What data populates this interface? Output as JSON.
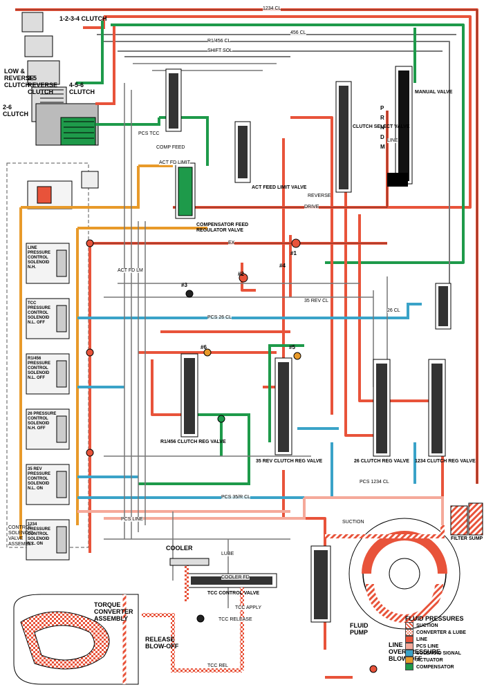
{
  "components": {
    "clutch_1234": "1-2-3-4 CLUTCH",
    "low_reverse_clutch": "LOW & REVERSE CLUTCH",
    "clutch_35_reverse": "3-5 REVERSE CLUTCH",
    "clutch_456": "4-5-6 CLUTCH",
    "clutch_26": "2-6 CLUTCH",
    "torque_converter": "TORQUE CONVERTER ASSEMBLY",
    "release_blowoff": "RELEASE BLOW-OFF",
    "cooler": "COOLER",
    "fluid_pump": "FLUID PUMP",
    "line_overpressure": "LINE OVERPRESSURE BLOW-OFF",
    "control_solenoid": "CONTROL SOLENOID VALVE ASSEMBLY",
    "manual_valve": "MANUAL VALVE",
    "tcc_control_valve": "TCC CONTROL VALVE",
    "clutch_select_valve": "CLUTCH SELECT VALVE",
    "rev_clutch_reg_valve": "35 REV CLUTCH REG VALVE",
    "clutch_26_reg_valve": "26 CLUTCH REG VALVE",
    "clutch_1234_reg_valve": "1234 CLUTCH REG VALVE",
    "r1456_clutch_reg_valve": "R1/456 CLUTCH REG VALVE",
    "comp_feed_reg_valve": "COMPENSATOR FEED REGULATOR VALVE",
    "act_feed_limit_valve": "ACT FEED LIMIT VALVE"
  },
  "prnd": [
    "P",
    "R",
    "N",
    "D",
    "M"
  ],
  "line_labels": [
    "1234 CL",
    "456 CL",
    "R1/456 CL",
    "SHIFT SOL",
    "DRIVE",
    "PCS TCC",
    "COMP FEED",
    "ACT FD LIMIT",
    "LINE",
    "SUCTION",
    "REVERSE",
    "EX",
    "TCC APPLY",
    "TCC RELEASE",
    "COOLER FD",
    "LUBE",
    "TCC REL",
    "PCS 26 CL",
    "35 REV CL",
    "PCS LINE",
    "PCS 35/R CL",
    "PCS 1234 CL",
    "26 CL",
    "ACT FD LM"
  ],
  "checkballs": [
    "#1",
    "#2",
    "#3",
    "#4",
    "#5",
    "#6"
  ],
  "solenoids": [
    {
      "name": "LINE PRESSURE CONTROL SOLENOID",
      "type": "N.H.",
      "state": ""
    },
    {
      "name": "TCC PRESSURE CONTROL SOLENOID",
      "type": "N.L.",
      "state": "OFF"
    },
    {
      "name": "R1/456 PRESSURE CONTROL SOLENOID",
      "type": "N.L.",
      "state": "OFF"
    },
    {
      "name": "26 PRESSURE CONTROL SOLENOID",
      "type": "N.H.",
      "state": "OFF"
    },
    {
      "name": "35 REV PRESSURE CONTROL SOLENOID",
      "type": "N.L.",
      "state": "ON"
    },
    {
      "name": "1234 PRESSURE CONTROL SOLENOID",
      "type": "N.L.",
      "state": "ON"
    }
  ],
  "legend": {
    "title": "FLUID PRESSURES",
    "items": [
      {
        "label": "SUCTION",
        "color": "#e8533a",
        "pattern": "hatch"
      },
      {
        "label": "CONVERTER & LUBE",
        "color": "#f08a70",
        "pattern": "check"
      },
      {
        "label": "LINE",
        "color": "#e8533a",
        "pattern": "solid"
      },
      {
        "label": "PCS LINE",
        "color": "#f5a99a",
        "pattern": "solid"
      },
      {
        "label": "SOLENOID SIGNAL",
        "color": "#3aa3c8",
        "pattern": "solid"
      },
      {
        "label": "ACTUATOR",
        "color": "#e89a2a",
        "pattern": "solid"
      },
      {
        "label": "COMPENSATOR",
        "color": "#1e9a4a",
        "pattern": "solid"
      }
    ]
  },
  "filter": "FILTER",
  "sump": "SUMP",
  "colors": {
    "line": "#e8533a",
    "actuator": "#e89a2a",
    "compensator": "#1e9a4a",
    "solenoid": "#3aa3c8",
    "exhaust": "#666666",
    "pcs_line": "#f5a99a"
  }
}
